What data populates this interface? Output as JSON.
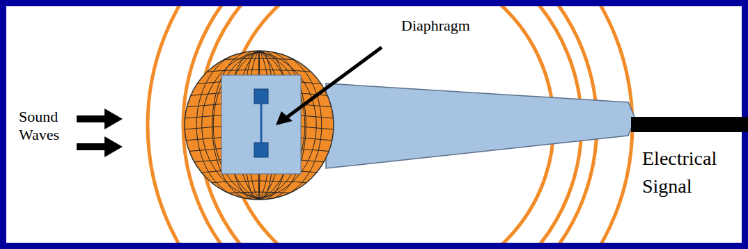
{
  "diagram": {
    "labels": [
      "Sound Waves",
      "Diaphragm",
      "Electrical Signal"
    ]
  }
}
